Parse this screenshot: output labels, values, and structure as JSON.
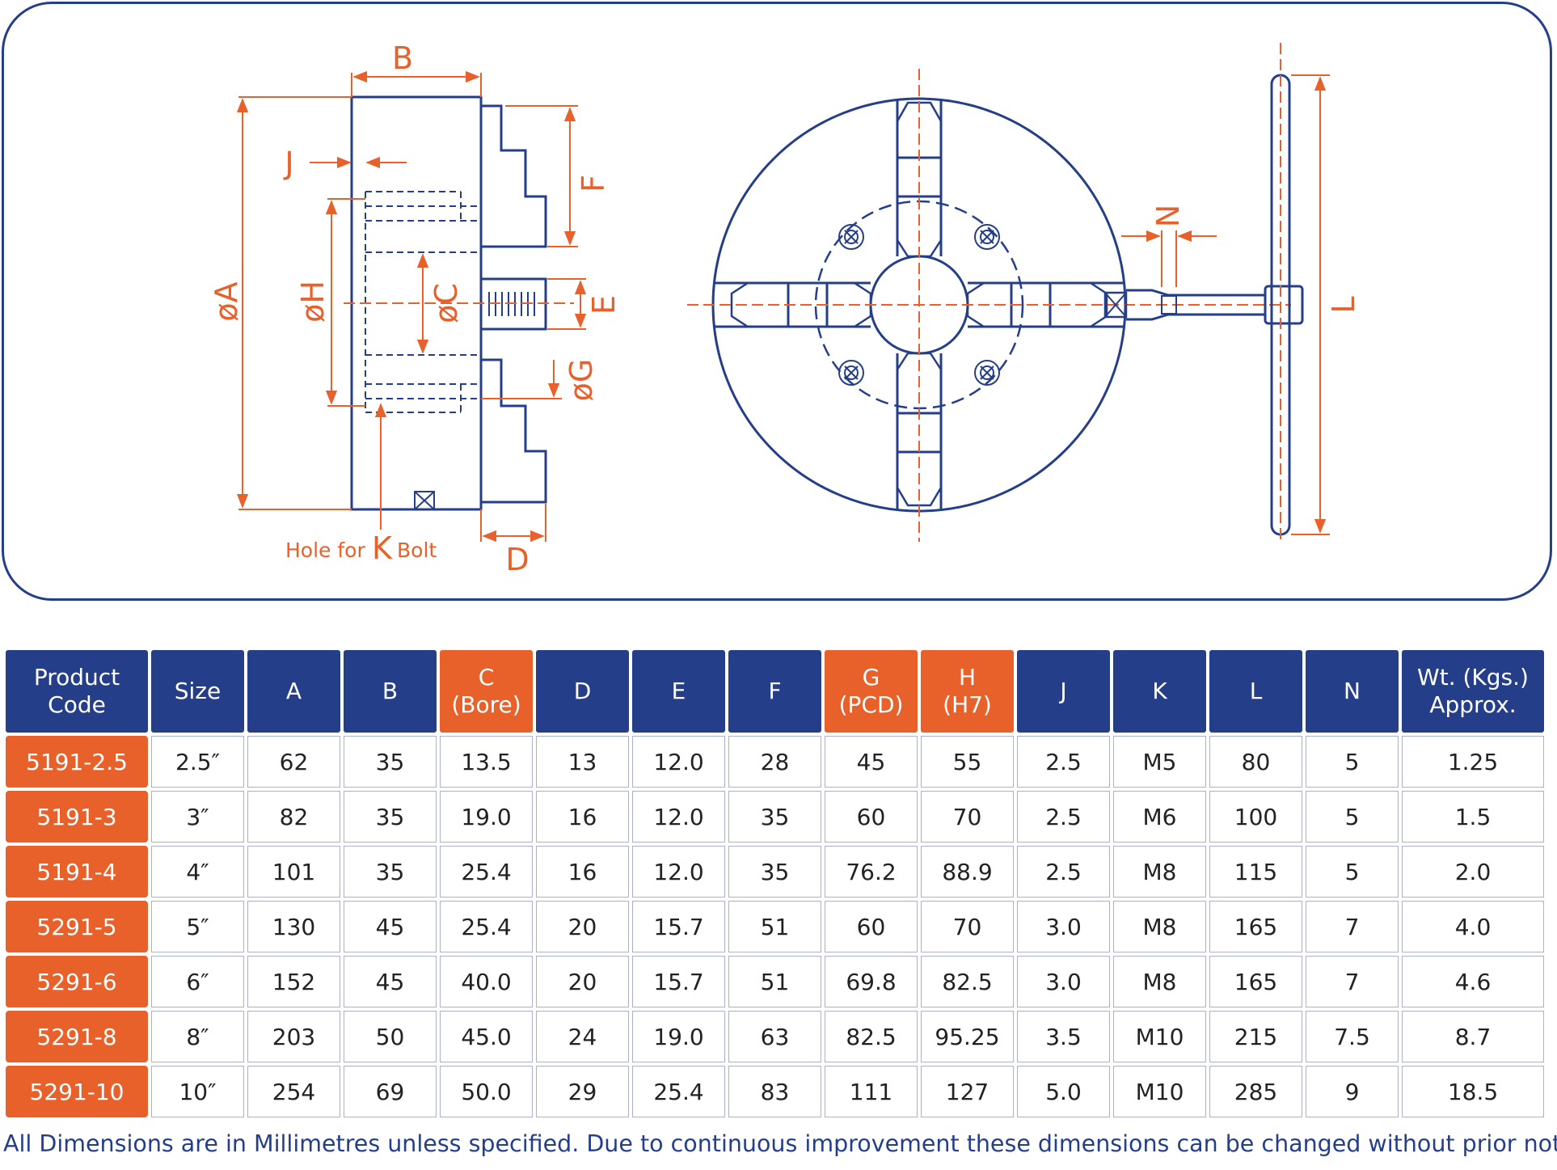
{
  "diagram": {
    "labels": {
      "A": "øA",
      "B": "B",
      "C": "øC",
      "D": "D",
      "E": "E",
      "F": "F",
      "G": "øG",
      "H": "øH",
      "J": "J",
      "L": "L",
      "N": "N",
      "hole_for": "Hole for",
      "K": "K",
      "bolt": "Bolt"
    },
    "colors": {
      "outline": "#253e8a",
      "dimension": "#e8602a"
    }
  },
  "table": {
    "headers": [
      {
        "line1": "Product",
        "line2": "Code",
        "accent": false
      },
      {
        "line1": "Size",
        "line2": "",
        "accent": false
      },
      {
        "line1": "A",
        "line2": "",
        "accent": false
      },
      {
        "line1": "B",
        "line2": "",
        "accent": false
      },
      {
        "line1": "C",
        "line2": "(Bore)",
        "accent": true
      },
      {
        "line1": "D",
        "line2": "",
        "accent": false
      },
      {
        "line1": "E",
        "line2": "",
        "accent": false
      },
      {
        "line1": "F",
        "line2": "",
        "accent": false
      },
      {
        "line1": "G",
        "line2": "(PCD)",
        "accent": true
      },
      {
        "line1": "H",
        "line2": "(H7)",
        "accent": true
      },
      {
        "line1": "J",
        "line2": "",
        "accent": false
      },
      {
        "line1": "K",
        "line2": "",
        "accent": false
      },
      {
        "line1": "L",
        "line2": "",
        "accent": false
      },
      {
        "line1": "N",
        "line2": "",
        "accent": false
      },
      {
        "line1": "Wt. (Kgs.)",
        "line2": "Approx.",
        "accent": false
      }
    ],
    "rows": [
      [
        "5191-2.5",
        "2.5″",
        "62",
        "35",
        "13.5",
        "13",
        "12.0",
        "28",
        "45",
        "55",
        "2.5",
        "M5",
        "80",
        "5",
        "1.25"
      ],
      [
        "5191-3",
        "3″",
        "82",
        "35",
        "19.0",
        "16",
        "12.0",
        "35",
        "60",
        "70",
        "2.5",
        "M6",
        "100",
        "5",
        "1.5"
      ],
      [
        "5191-4",
        "4″",
        "101",
        "35",
        "25.4",
        "16",
        "12.0",
        "35",
        "76.2",
        "88.9",
        "2.5",
        "M8",
        "115",
        "5",
        "2.0"
      ],
      [
        "5291-5",
        "5″",
        "130",
        "45",
        "25.4",
        "20",
        "15.7",
        "51",
        "60",
        "70",
        "3.0",
        "M8",
        "165",
        "7",
        "4.0"
      ],
      [
        "5291-6",
        "6″",
        "152",
        "45",
        "40.0",
        "20",
        "15.7",
        "51",
        "69.8",
        "82.5",
        "3.0",
        "M8",
        "165",
        "7",
        "4.6"
      ],
      [
        "5291-8",
        "8″",
        "203",
        "50",
        "45.0",
        "24",
        "19.0",
        "63",
        "82.5",
        "95.25",
        "3.5",
        "M10",
        "215",
        "7.5",
        "8.7"
      ],
      [
        "5291-10",
        "10″",
        "254",
        "69",
        "50.0",
        "29",
        "25.4",
        "83",
        "111",
        "127",
        "5.0",
        "M10",
        "285",
        "9",
        "18.5"
      ]
    ]
  },
  "footnote": "All Dimensions are in Millimetres unless specified. Due to continuous improvement these dimensions can be changed without prior notice."
}
